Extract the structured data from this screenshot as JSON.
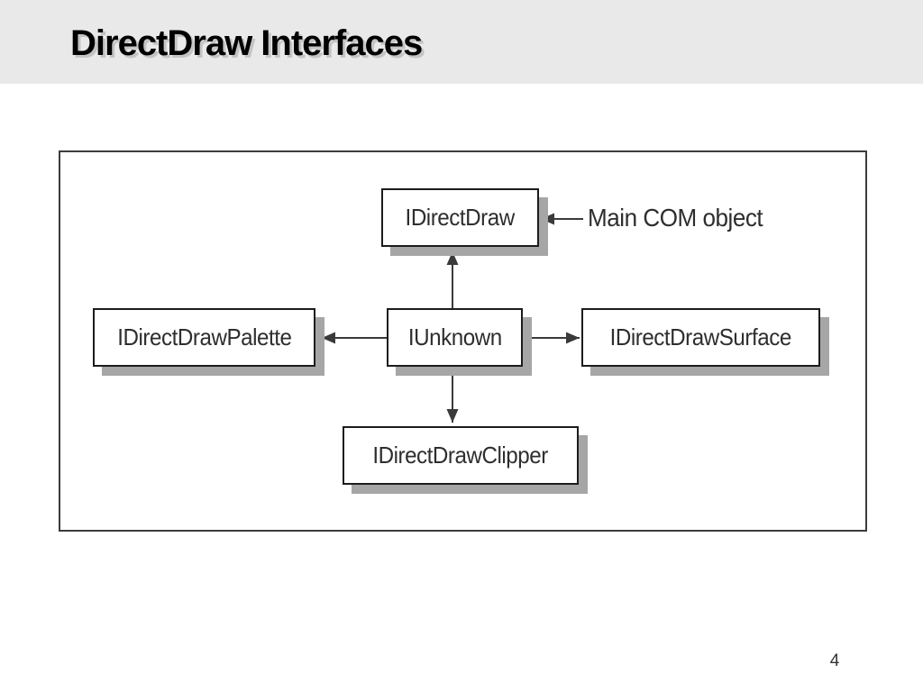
{
  "slide": {
    "title": "DirectDraw Interfaces",
    "page_number": "4"
  },
  "diagram": {
    "nodes": [
      {
        "label": "IDirectDraw"
      },
      {
        "label": "IUnknown"
      },
      {
        "label": "IDirectDrawPalette"
      },
      {
        "label": "IDirectDrawSurface"
      },
      {
        "label": "IDirectDrawClipper"
      }
    ],
    "annotation": {
      "label": "Main COM object"
    },
    "edges": [
      {
        "from": "IUnknown",
        "to": "IDirectDraw",
        "direction": "up"
      },
      {
        "from": "IUnknown",
        "to": "IDirectDrawPalette",
        "direction": "left"
      },
      {
        "from": "IUnknown",
        "to": "IDirectDrawSurface",
        "direction": "right"
      },
      {
        "from": "IUnknown",
        "to": "IDirectDrawClipper",
        "direction": "down"
      },
      {
        "from": "Main COM object",
        "to": "IDirectDraw",
        "direction": "left"
      }
    ],
    "colors": {
      "header_bg": "#e9e9e9",
      "title": "#000000",
      "box_border": "#1c1c1c",
      "box_shadow": "#a6a6a6",
      "line": "#3a3a3a",
      "text": "#2e2e2e"
    }
  }
}
